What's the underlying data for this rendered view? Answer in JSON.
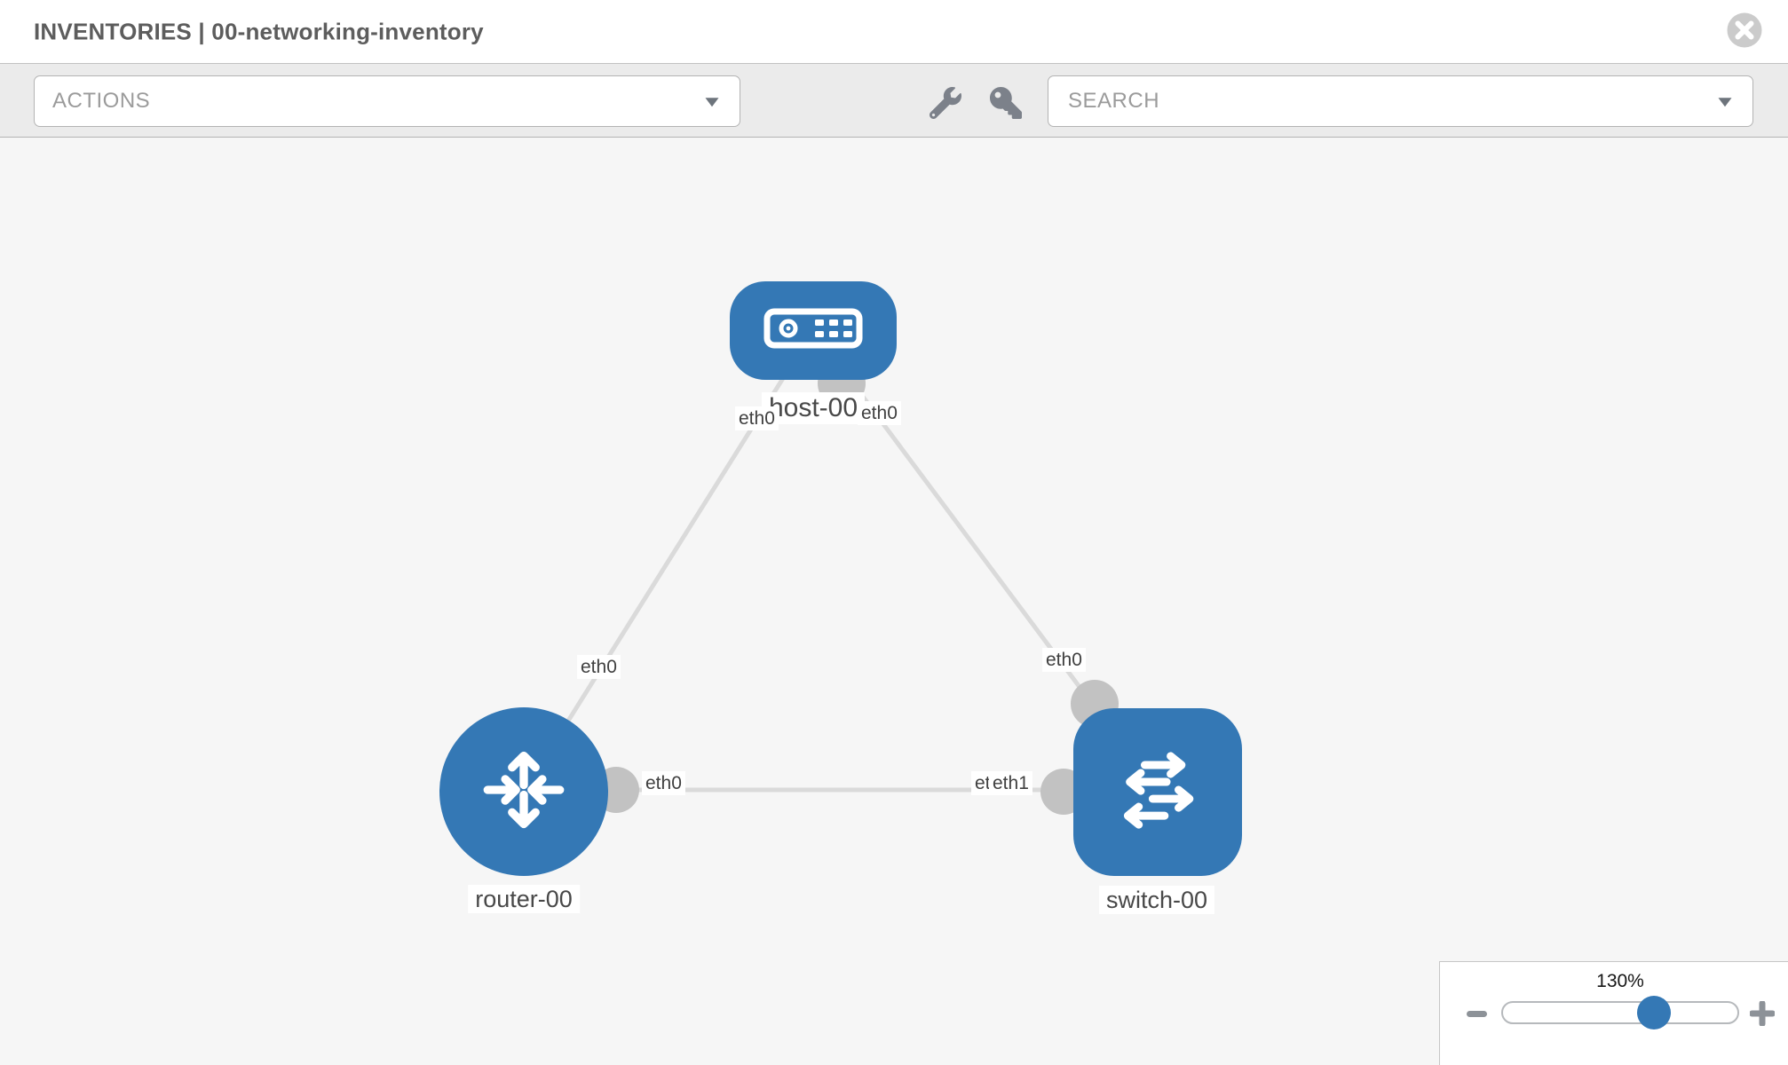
{
  "header": {
    "title": "INVENTORIES | 00-networking-inventory",
    "close_icon": "circle-x"
  },
  "toolbar": {
    "actions_dropdown": {
      "label": "ACTIONS",
      "icon": "chevron-down-icon"
    },
    "wrench_tool": {
      "icon": "wrench-icon"
    },
    "key_tool": {
      "icon": "key-icon"
    },
    "search_dropdown": {
      "placeholder": "SEARCH",
      "icon": "chevron-down-icon"
    }
  },
  "topology": {
    "nodes": [
      {
        "id": "host-00",
        "label": "host-00",
        "type": "host",
        "icon": "server-icon"
      },
      {
        "id": "router-00",
        "label": "router-00",
        "type": "router",
        "icon": "router-arrows-icon"
      },
      {
        "id": "switch-00",
        "label": "switch-00",
        "type": "switch",
        "icon": "switch-arrows-icon"
      }
    ],
    "links": [
      {
        "source": "host-00",
        "target": "router-00",
        "source_interface": "eth0",
        "target_interface": "eth0"
      },
      {
        "source": "host-00",
        "target": "switch-00",
        "source_interface": "eth0",
        "target_interface": "eth0"
      },
      {
        "source": "router-00",
        "target": "switch-00",
        "source_interface": "eth0",
        "target_interface": "eth1",
        "target_interface_overlapped": "eth0"
      }
    ]
  },
  "zoom_control": {
    "level": "130%",
    "minus_icon": "minus-icon",
    "plus_icon": "plus-icon"
  },
  "colors": {
    "node_blue": "#3478b5",
    "link_gray": "#dadada",
    "endpoint_gray": "#c2c2c2",
    "toolbar_gray": "#ebebeb",
    "canvas_gray": "#f6f6f6",
    "slider_thumb_blue": "#3478b5"
  }
}
